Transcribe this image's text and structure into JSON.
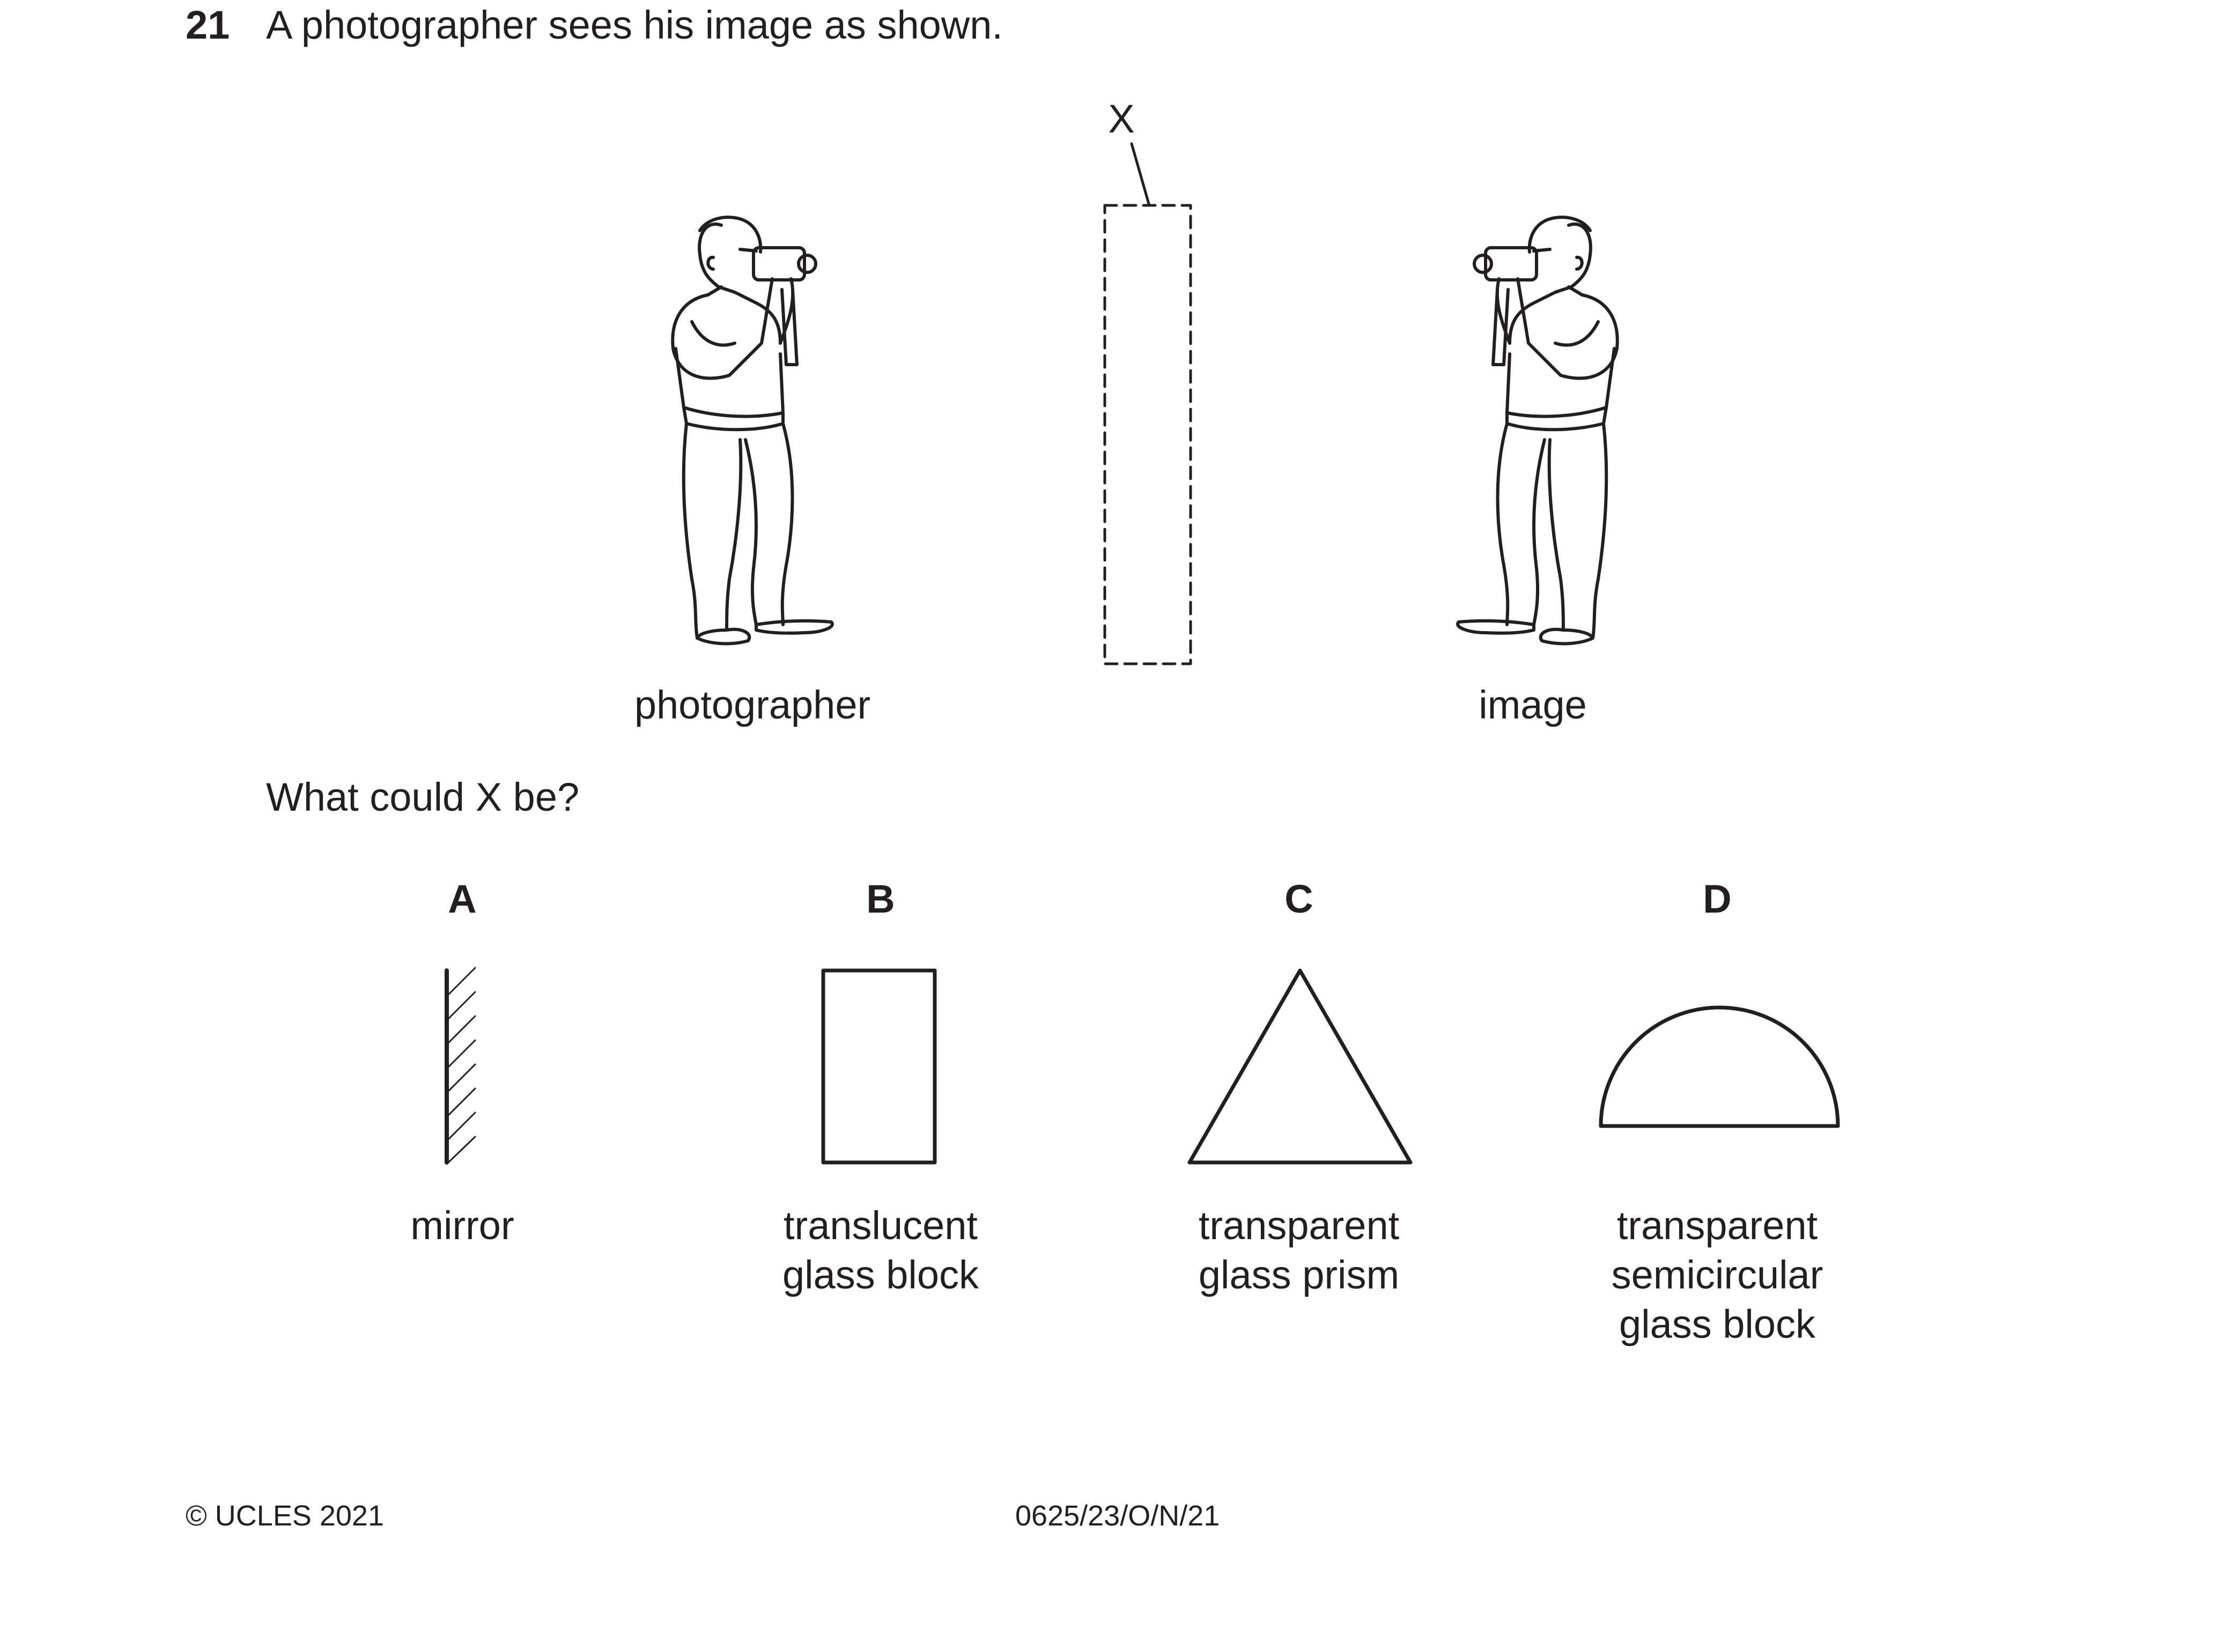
{
  "question": {
    "number": "21",
    "text": "A photographer sees his image as shown."
  },
  "figure": {
    "object_label": "X",
    "left_label": "photographer",
    "right_label": "image"
  },
  "prompt": "What could X be?",
  "options": [
    {
      "letter": "A",
      "lines": [
        "mirror"
      ],
      "shape": "mirror-icon"
    },
    {
      "letter": "B",
      "lines": [
        "translucent",
        "glass block"
      ],
      "shape": "rectangle-block-icon"
    },
    {
      "letter": "C",
      "lines": [
        "transparent",
        "glass prism"
      ],
      "shape": "triangular-prism-icon"
    },
    {
      "letter": "D",
      "lines": [
        "transparent",
        "semicircular",
        "glass block"
      ],
      "shape": "semicircle-block-icon"
    }
  ],
  "footer": {
    "copyright": "© UCLES 2021",
    "code": "0625/23/O/N/21"
  },
  "colors": {
    "ink": "#231f20",
    "background": "#ffffff"
  }
}
